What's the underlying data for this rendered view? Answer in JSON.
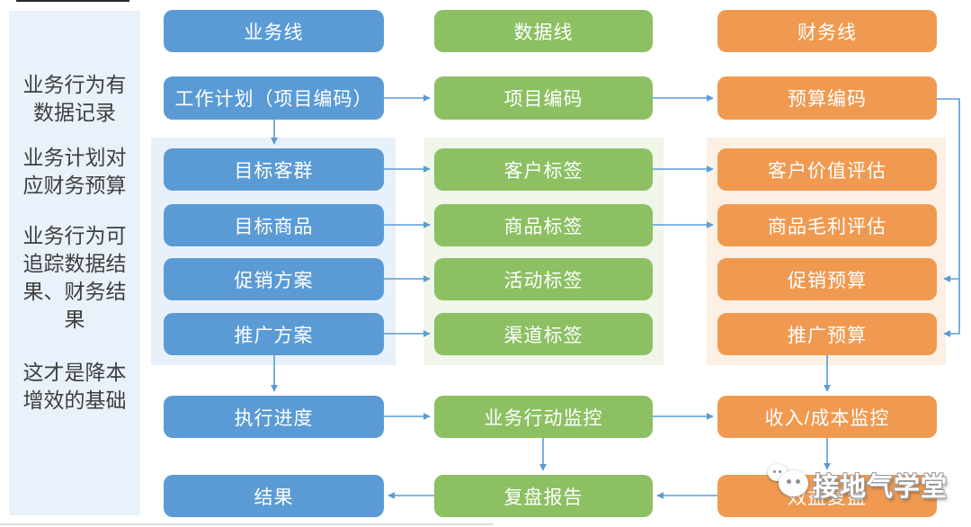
{
  "sidebar": {
    "notes": [
      {
        "lines": [
          "业务行为有",
          "数据记录"
        ]
      },
      {
        "lines": [
          "业务计划对",
          "应财务预算"
        ]
      },
      {
        "lines": [
          "业务行为可",
          "追踪数据结",
          "果、财务结",
          "果"
        ]
      },
      {
        "lines": [
          "这才是降本",
          "增效的基础"
        ]
      }
    ]
  },
  "columns": [
    {
      "header": "业务线",
      "plan": "工作计划（项目编码）",
      "items": [
        "目标客群",
        "目标商品",
        "促销方案",
        "推广方案"
      ],
      "monitor": "执行进度",
      "result": "结果",
      "box_color": "#5B9BD5",
      "tint_color": "#E8F1FA"
    },
    {
      "header": "数据线",
      "plan": "项目编码",
      "items": [
        "客户标签",
        "商品标签",
        "活动标签",
        "渠道标签"
      ],
      "monitor": "业务行动监控",
      "result": "复盘报告",
      "box_color": "#8CC063",
      "tint_color": "#F0F6E9"
    },
    {
      "header": "财务线",
      "plan": "预算编码",
      "items": [
        "客户价值评估",
        "商品毛利评估",
        "促销预算",
        "推广预算"
      ],
      "monitor": "收入/成本监控",
      "result": "效益复盘",
      "box_color": "#EF9A50",
      "tint_color": "#FCF0E4"
    }
  ],
  "watermark": {
    "text": "接地气学堂",
    "icon": "wechat-bubbles-icon"
  },
  "colors": {
    "arrow": "#5B9BD5",
    "sidebar_bg": "#E9F1FB",
    "sidebar_text": "#3F3F3F",
    "box_text": "#FFFFFF",
    "background": "#FFFFFF"
  }
}
